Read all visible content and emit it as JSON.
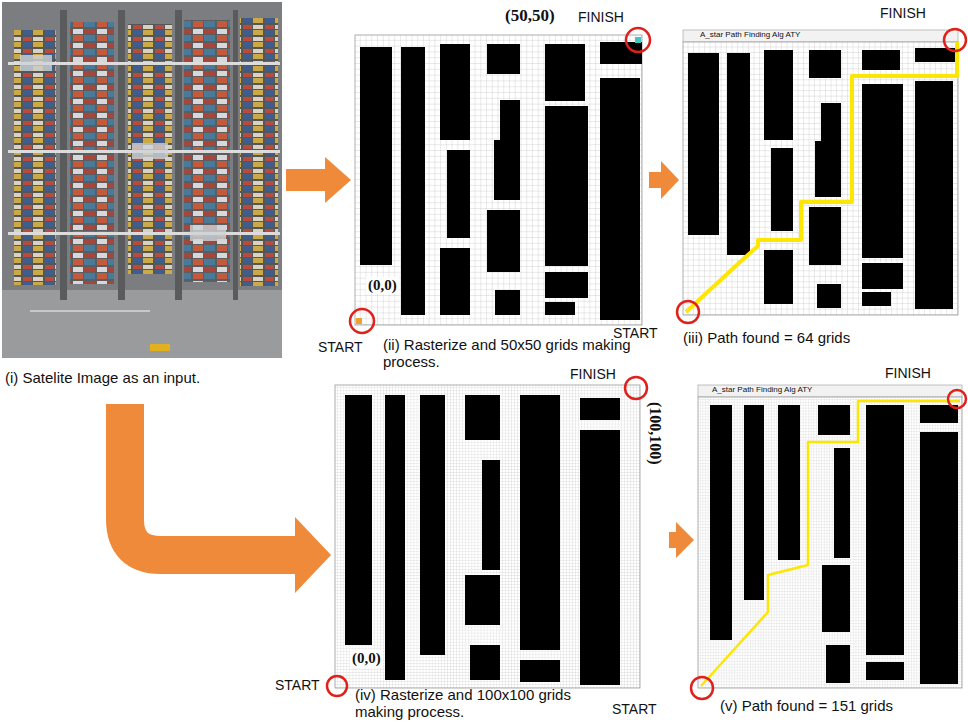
{
  "diagram": {
    "nodes": [
      {
        "text": [
          "(i) Satelite Image as an input."
        ]
      },
      {
        "text": [
          "(ii) Rasterize and 50x50 grids making process."
        ]
      },
      {
        "text": [
          "(iii) Path found = 64 grids"
        ]
      },
      {
        "text": [
          "(iv) Rasterize and 100x100 grids making process."
        ]
      },
      {
        "text": [
          "(v) Path found = 151 grids"
        ]
      }
    ],
    "edges": [
      {
        "from": 0,
        "to": 1,
        "arrow": "to"
      },
      {
        "from": 1,
        "to": 2,
        "arrow": "to"
      },
      {
        "from": 0,
        "to": 3,
        "arrow": "to"
      },
      {
        "from": 3,
        "to": 4,
        "arrow": "to"
      }
    ],
    "labels": [
      "(50,50)",
      "FINISH",
      "(0,0)",
      "START",
      "A_star Path Finding Alg ATY",
      "FINISH",
      "START",
      "FINISH",
      "(100,100)",
      "(0,0)",
      "START",
      "A_star Path Finding Alg ATY",
      "FINISH",
      "START"
    ]
  }
}
